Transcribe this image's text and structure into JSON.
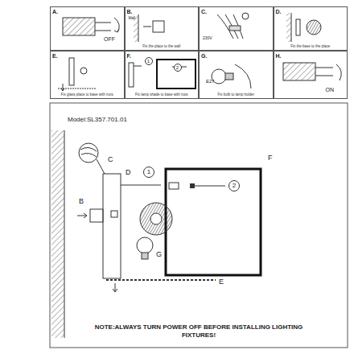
{
  "diagram": {
    "nodes": [
      {
        "text": [
          "A.",
          "OFF"
        ]
      },
      {
        "text": [
          "B.",
          "Wall",
          "Fix the place to the wall"
        ]
      },
      {
        "text": [
          "C.",
          "230V"
        ]
      },
      {
        "text": [
          "D.",
          "Fix the base to the place"
        ]
      },
      {
        "text": [
          "E.",
          "Fix glass place to base with nuts"
        ]
      },
      {
        "text": [
          "F.",
          "1",
          "2",
          "Fix lamp shade to base with nuts"
        ]
      },
      {
        "text": [
          "G.",
          "E27",
          "Fix bulb to lamp holder"
        ]
      },
      {
        "text": [
          "H.",
          "ON"
        ]
      }
    ],
    "edges": [],
    "labels": [
      "Model:SL357.701.01",
      "C",
      "D",
      "1",
      "F",
      "2",
      "B",
      "G",
      "E",
      "NOTE:ALWAYS TURN POWER OFF BEFORE INSTALLING LIGHTING FIXTURES!"
    ]
  }
}
